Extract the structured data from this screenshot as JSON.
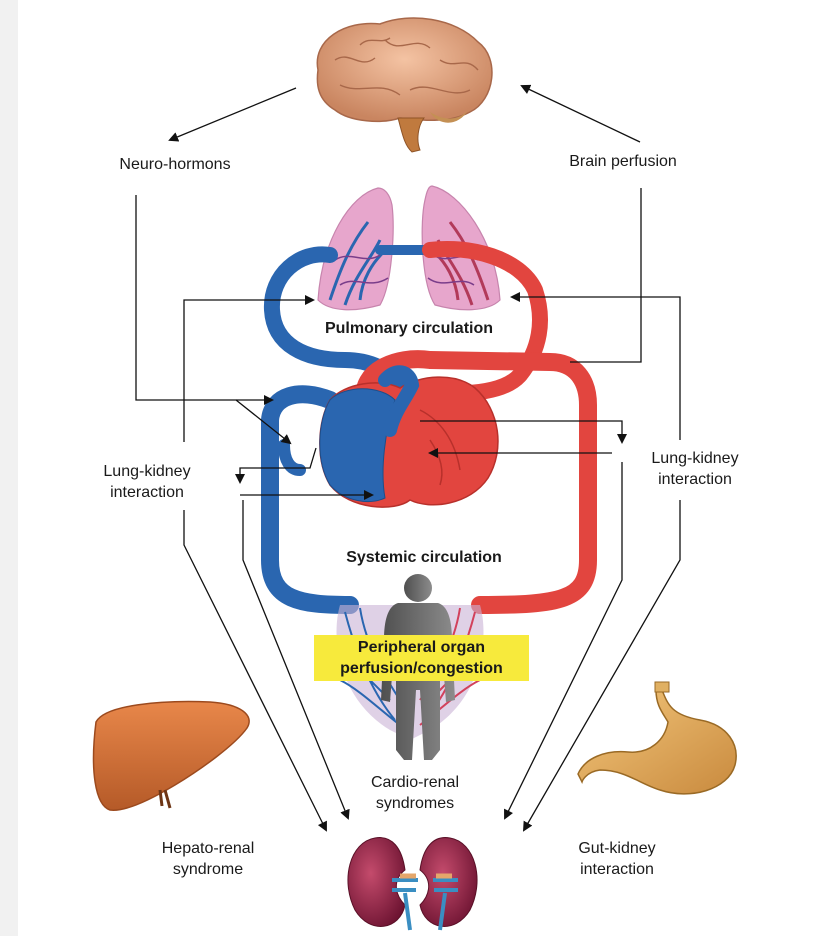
{
  "labels": {
    "neuro_hormons": "Neuro-hormons",
    "brain_perfusion": "Brain perfusion",
    "pulmonary_circulation": "Pulmonary circulation",
    "lung_kidney_left": "Lung-kidney\ninteraction",
    "lung_kidney_right": "Lung-kidney\ninteraction",
    "systemic_circulation": "Systemic circulation",
    "peripheral_organ": "Peripheral organ\nperfusion/congestion",
    "cardio_renal": "Cardio-renal\nsyndromes",
    "hepato_renal": "Hepato-renal\nsyndrome",
    "gut_kidney": "Gut-kidney\ninteraction"
  },
  "colors": {
    "venous_blue": "#2a66b0",
    "arterial_red": "#e2453f",
    "lung_pink": "#e7a6cc",
    "highlight_yellow": "#f7ea3c",
    "organ_orange": "#d9773a",
    "kidney_maroon": "#8b1f3f",
    "brain_tan": "#e0a17e",
    "human_gray": "#6b6b6b"
  },
  "icons": [
    "brain-icon",
    "lungs-icon",
    "heart-icon",
    "human-silhouette-icon",
    "liver-icon",
    "stomach-icon",
    "kidneys-icon"
  ]
}
